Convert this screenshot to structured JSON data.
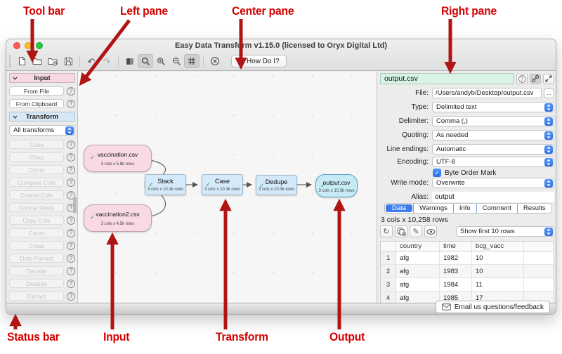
{
  "annotations": {
    "tool_bar": "Tool bar",
    "left_pane": "Left pane",
    "center_pane": "Center pane",
    "right_pane": "Right pane",
    "status_bar": "Status bar",
    "input": "Input",
    "transform": "Transform",
    "output": "Output"
  },
  "colors": {
    "annotation_label": "#d40000",
    "annotation_arrow": "#b01414",
    "input_node": "#f8d9e5",
    "transform_node": "#d4e9f9",
    "output_node": "#c6ebf4",
    "name_field": "#d9f4e6",
    "selected_tab": "#3e7de8",
    "select_accent": "#2f6fe8"
  },
  "glyphs": {
    "help": "?",
    "check": "✓",
    "undo": "↶",
    "redo": "↷",
    "refresh": "↻",
    "pencil": "✎",
    "dropdown_caret": "▼"
  },
  "window": {
    "title": "Easy Data Transform v1.15.0 (licensed to Oryx Digital Ltd)",
    "toolbar": {
      "how_do_i_label": "How Do I?"
    },
    "status_bar": {
      "email_button": "Email us questions/feedback"
    }
  },
  "left_pane": {
    "input_header": "Input",
    "transform_header": "Transform",
    "input_buttons": [
      "From File",
      "From Clipboard"
    ],
    "filter_value": "All transforms",
    "transform_buttons": [
      "Case",
      "Chop",
      "Clone",
      "Compare Cols",
      "Concat Cols",
      "Concat Rows",
      "Copy Cols",
      "Count",
      "Cross",
      "Date Format",
      "Decode",
      "Dedupe",
      "Extract"
    ]
  },
  "canvas": {
    "nodes": [
      {
        "label": "vaccination.csv",
        "sub": "3 cols x 5.8k rows"
      },
      {
        "label": "vaccination2.csv",
        "sub": "3 cols x 4.5k rows"
      },
      {
        "label": "Stack",
        "sub": "3 cols x 10.3k rows"
      },
      {
        "label": "Case",
        "sub": "3 cols x 10.3k rows"
      },
      {
        "label": "Dedupe",
        "sub": "3 cols x 10.3k rows"
      },
      {
        "label": "output.csv",
        "sub": "3 cols x 10.3k rows"
      }
    ]
  },
  "right_pane": {
    "name_value": "output.csv",
    "file": {
      "label": "File:",
      "value": "/Users/andyb/Desktop/output.csv",
      "browse": "..."
    },
    "type": {
      "label": "Type:",
      "value": "Delimited text"
    },
    "delimiter": {
      "label": "Delimiter:",
      "value": "Comma (,)"
    },
    "quoting": {
      "label": "Quoting:",
      "value": "As needed"
    },
    "line_endings": {
      "label": "Line endings:",
      "value": "Automatic"
    },
    "encoding": {
      "label": "Encoding:",
      "value": "UTF-8"
    },
    "byte_order_mark": "Byte Order Mark",
    "write_mode": {
      "label": "Write mode:",
      "value": "Overwrite"
    },
    "alias": {
      "label": "Alias:",
      "value": "output"
    },
    "tabs": [
      "Data",
      "Warnings",
      "Info",
      "Comment",
      "Results"
    ],
    "selected_tab": "Data",
    "summary": "3 cols x 10,258 rows",
    "rows_filter": "Show first 10 rows",
    "table": {
      "headers": {
        "country": "country",
        "time": "time",
        "bcg_vacc": "bcg_vacc"
      },
      "rows": [
        {
          "n": "1",
          "country": "afg",
          "time": "1982",
          "bcg_vacc": "10"
        },
        {
          "n": "2",
          "country": "afg",
          "time": "1983",
          "bcg_vacc": "10"
        },
        {
          "n": "3",
          "country": "afg",
          "time": "1984",
          "bcg_vacc": "11"
        },
        {
          "n": "4",
          "country": "afg",
          "time": "1985",
          "bcg_vacc": "17"
        }
      ]
    }
  }
}
